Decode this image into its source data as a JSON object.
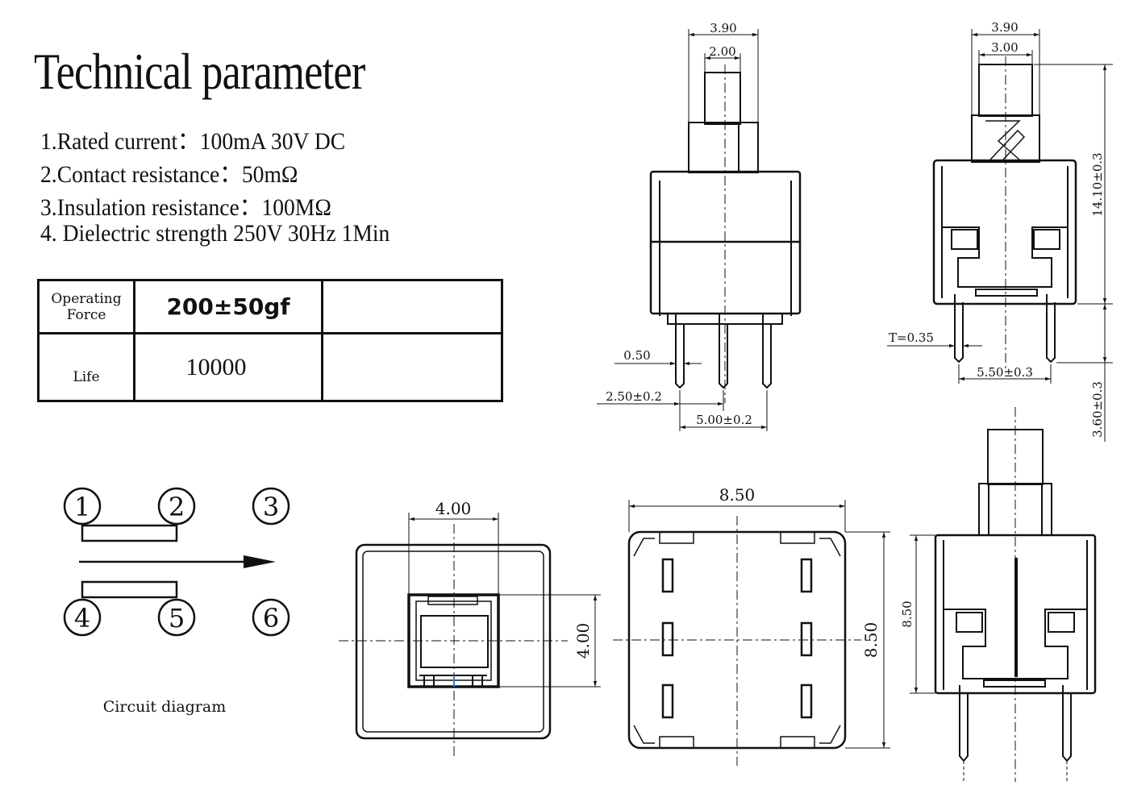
{
  "title": "Technical parameter",
  "parameters": [
    "1.Rated current：100mA 30V DC",
    "2.Contact resistance：50mΩ",
    "3.Insulation resistance：100MΩ",
    "4. Dielectric strength 250V 30Hz 1Min"
  ],
  "spec_table": {
    "operating_force_label": "Operating Force",
    "operating_force_value": "200±50gf",
    "life_label": "Life",
    "life_value": "10000"
  },
  "circuit": {
    "caption": "Circuit diagram",
    "terminals": [
      "1",
      "2",
      "3",
      "4",
      "5",
      "6"
    ]
  },
  "dimensions": {
    "front_top_width": "3.90",
    "front_plunger_width": "2.00",
    "front_pin_width": "0.50",
    "front_pin_pitch_a": "2.50±0.2",
    "front_pin_pitch_b": "5.00±0.2",
    "side_top_width": "3.90",
    "side_plunger_width": "3.00",
    "side_height": "14.10±0.3",
    "side_pin_thickness": "T=0.35",
    "side_pin_span": "5.50±0.3",
    "side_pin_length": "3.60±0.3",
    "top_window_width": "4.00",
    "top_window_height": "4.00",
    "bottom_width": "8.50",
    "bottom_height": "8.50",
    "lower_side_height": "8.50"
  }
}
